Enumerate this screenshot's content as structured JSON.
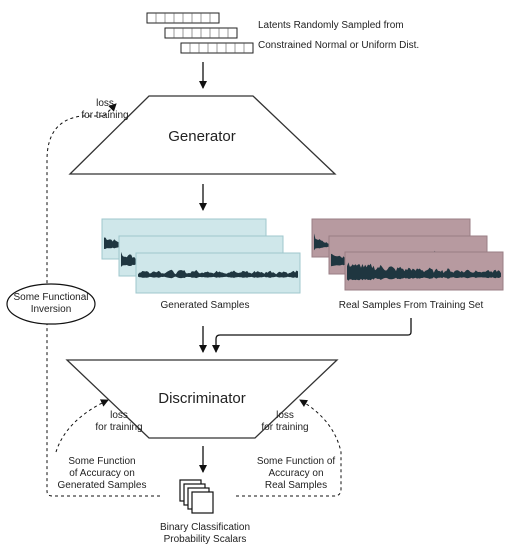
{
  "latents_label": [
    "Latents Randomly Sampled from",
    "Constrained Normal or Uniform Dist."
  ],
  "generator_label": "Generator",
  "discriminator_label": "Discriminator",
  "generated_samples_label": "Generated Samples",
  "real_samples_label": "Real Samples From Training Set",
  "inversion_label": [
    "Some Functional",
    "Inversion"
  ],
  "loss_top": [
    "loss",
    "for training"
  ],
  "loss_left": [
    "loss",
    "for training"
  ],
  "loss_right": [
    "loss",
    "for training"
  ],
  "accuracy_generated": [
    "Some Function",
    "of Accuracy on",
    "Generated Samples"
  ],
  "accuracy_real": [
    "Some Function of Accuracy on",
    "Real Samples"
  ],
  "output_label": [
    "Binary Classification",
    "Probability Scalars"
  ],
  "colors": {
    "generated_panel": "#cfe7ea",
    "real_panel": "#b79aa0",
    "waveform": "#1f3640",
    "line": "#111111"
  }
}
